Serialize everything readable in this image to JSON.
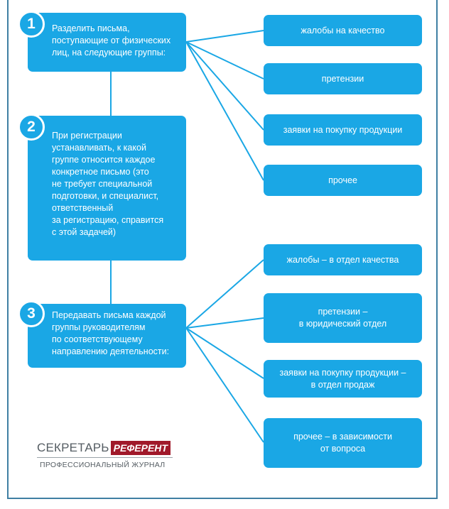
{
  "steps": [
    {
      "number": "1",
      "text": "Разделить письма,\nпоступающие от физических\nлиц, на следующие группы:"
    },
    {
      "number": "2",
      "text": "При регистрации\nустанавливать, к какой\nгруппе относится каждое\nконкретное письмо (это\nне требует специальной\nподготовки, и специалист,\nответственный\nза регистрацию, справится\nс этой задачей)"
    },
    {
      "number": "3",
      "text": "Передавать письма каждой\nгруппы руководителям\nпо соответствующему\nнаправлению деятельности:"
    }
  ],
  "groups": [
    "жалобы на качество",
    "претензии",
    "заявки на покупку продукции",
    "прочее"
  ],
  "routing": [
    "жалобы – в отдел качества",
    "претензии –\nв юридический отдел",
    "заявки на покупку продукции –\nв отдел продаж",
    "прочее – в зависимости\nот вопроса"
  ],
  "logo": {
    "part1": "СЕКРЕТАРЬ",
    "part2": "РЕФЕРЕНТ",
    "subtitle": "ПРОФЕССИОНАЛЬНЫЙ ЖУРНАЛ"
  },
  "colors": {
    "box": "#1aa7e5",
    "line": "#1aa7e5",
    "frame": "#3f7fa3",
    "logo_red": "#a0192a"
  }
}
